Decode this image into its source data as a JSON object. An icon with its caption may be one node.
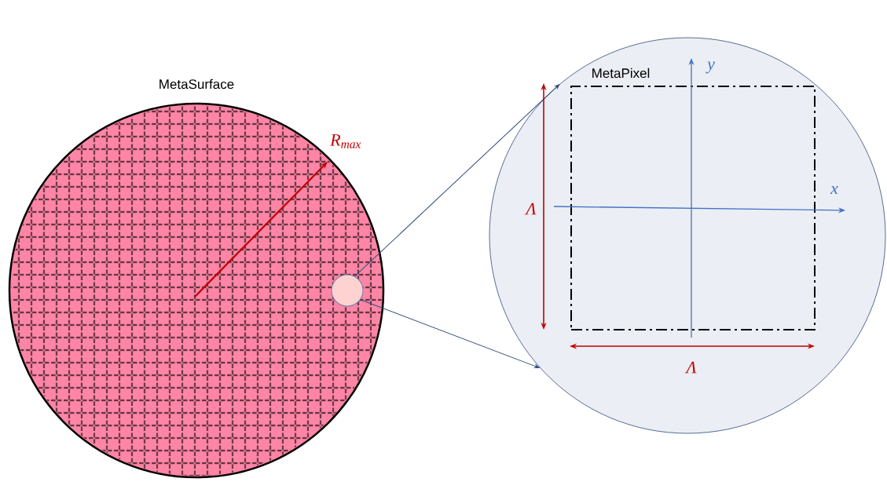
{
  "diagram": {
    "nodes": [
      {
        "text": [
          "MetaSurface"
        ]
      },
      {
        "text": [],
        "shape": "circle",
        "in": 0
      },
      {
        "text": [],
        "shape": "circle"
      },
      {
        "text": [
          "MetaPixel"
        ],
        "in": 2
      }
    ],
    "edges": [
      {
        "from": 1,
        "to": 2,
        "arrow": "to"
      },
      {
        "from": 1,
        "to": 2,
        "arrow": "to"
      }
    ],
    "labels": [
      "R$_{max}$",
      "y",
      "x",
      "Λ",
      "Λ"
    ]
  }
}
